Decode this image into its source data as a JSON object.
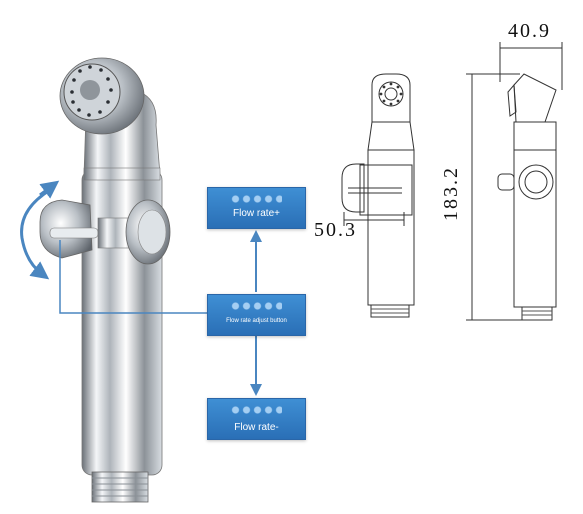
{
  "labels": {
    "flow_plus": "Flow rate+",
    "flow_adjust": "Flow rate adjust button",
    "flow_minus": "Flow rate-"
  },
  "dimensions": {
    "width": "40.9",
    "button_offset": "50.3",
    "height": "183.2"
  },
  "colors": {
    "label_box": "#2f7cc5",
    "arrow": "#4a86c0",
    "chrome": "#c9ced4"
  },
  "icons": [
    "rotation-arrow-icon",
    "up-arrow-icon",
    "down-arrow-icon"
  ]
}
